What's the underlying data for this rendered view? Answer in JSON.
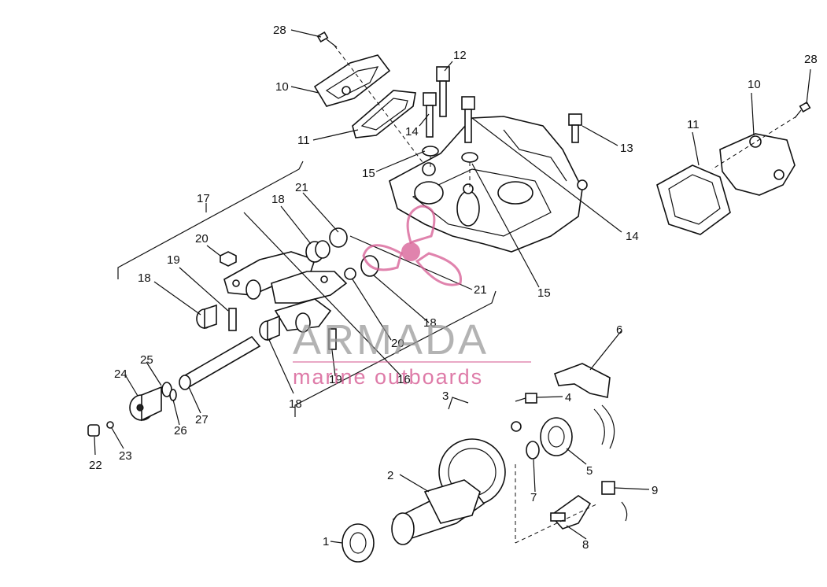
{
  "callouts": [
    "28",
    "10",
    "11",
    "12",
    "14",
    "15",
    "13",
    "28",
    "10",
    "11",
    "14",
    "17",
    "18",
    "21",
    "20",
    "19",
    "18",
    "21",
    "15",
    "18",
    "20",
    "19",
    "16",
    "18",
    "24",
    "25",
    "27",
    "26",
    "22",
    "23",
    "6",
    "4",
    "3",
    "5",
    "2",
    "7",
    "9",
    "1",
    "8"
  ],
  "watermark": {
    "brand": "ARMADA",
    "tagline": "marine outboards",
    "accent_color": "#d65a92",
    "text_color": "#9a9a9a"
  }
}
